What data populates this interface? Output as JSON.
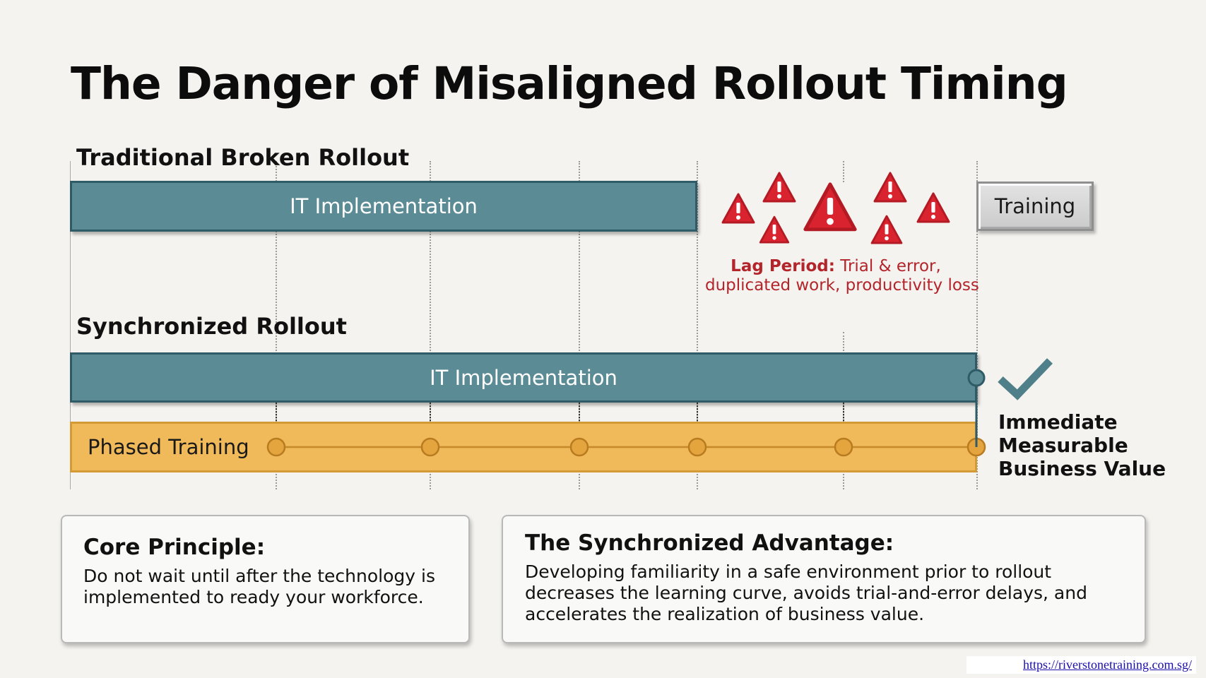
{
  "title": "The Danger of Misaligned Rollout Timing",
  "traditional": {
    "label": "Traditional Broken Rollout",
    "it_bar": "IT Implementation",
    "training_box": "Training",
    "lag_label_bold": "Lag Period:",
    "lag_label_rest": " Trial & error,",
    "lag_label_line2": "duplicated work, productivity loss",
    "warning_icons": [
      "warning-icon",
      "warning-icon",
      "warning-icon",
      "warning-icon",
      "warning-icon",
      "warning-icon",
      "warning-icon"
    ]
  },
  "synchronized": {
    "label": "Synchronized Rollout",
    "it_bar": "IT Implementation",
    "training_bar": "Phased Training",
    "milestones": 6,
    "result_lines": [
      "Immediate",
      "Measurable",
      "Business Value"
    ],
    "result_icon": "checkmark-icon"
  },
  "cards": {
    "core": {
      "title": "Core Principle:",
      "body": "Do not wait until after the technology is implemented to ready your workforce."
    },
    "advantage": {
      "title": "The Synchronized Advantage:",
      "body": "Developing familiarity in a safe environment prior to rollout decreases the learning curve, avoids trial-and-error delays, and accelerates the realization of business value."
    }
  },
  "footer_url": "https://riverstonetraining.com.sg/",
  "colors": {
    "it_bar": "#5b8c96",
    "training_bar": "#f0b95a",
    "warning": "#d9232f",
    "lag_text": "#b3242b",
    "check": "#4f7f89"
  }
}
